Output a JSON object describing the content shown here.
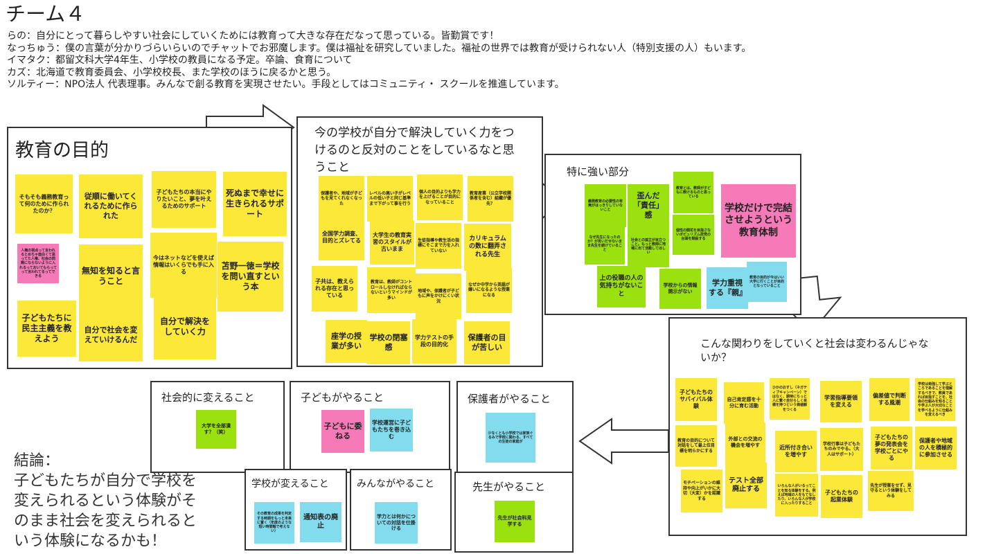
{
  "title": "チーム４",
  "intro": [
    "らの：自分にとって暮らしやすい社会にしていくためには教育って大きな存在だなって思っている。皆勤賞です！",
    "なっちゅう：僕の言葉が分かりづらいらいのでチャットでお邪魔します。僕は福祉を研究していました。福祉の世界では教育が受けられない人（特別支援の人）もいます。",
    "イマタク：都留文科大学4年生、小学校の教員になる予定。卒論、食育について",
    "カズ：北海道で教育委員会、小学校校長、また学校のほうに戻るかと思う。",
    "ソルティー：NPO法人 代表理事。みんなで創る教育を実現させたい。手段としてはコミュニティ・ スクールを推進しています。"
  ],
  "frames": {
    "purpose": {
      "title": "教育の目的",
      "notes": [
        "そもそも義務教育って何のために作られたのか？",
        "従順に働いてくれるために作られた",
        "子どもたちの本当にやりたいこと、夢を叶えるためのサポート",
        "死ぬまで幸せに生きられるサポート",
        "人権の視点って言われるとめちゃ面白くて思ってた人権、社会の問題にならないように入れるっておいてもらってって言われてるってできる",
        "無知を知ると言うこと",
        "今はネットなどを使えば情報はいくらでも手に入る",
        "苫野一徳＝学校を問い直すという本",
        "子どもたちに民主主義を教えよう",
        "自分で社会を変えていけるんだ",
        "自分で解決をしていく力"
      ]
    },
    "opposite": {
      "title": "今の学校が自分で解決していく力をつけるのと反対のことをしているなと思うこと",
      "notes": [
        "保護者や、地域が子どもを見てくれなくなった",
        "レベルの高い子がレベルの低い子と同じ基準まで下がって事を行う",
        "個人の目的よりも学力を上げることが目的になっていること",
        "教育産業（公立学校関係者を含む）組織が優先？",
        "全国学力調査、目的とズレてる",
        "大学生の教育実習のスタイルが古いまま",
        "生徒指導や教生活の指標にそこまで力を入れていない",
        "カリキュラムの数に翻弄される先生",
        "子共は、教えられる存在と思っている",
        "教育は、教師がコントロールしなければならないというマインドが多い",
        "地域や、保護者が子どもに声をかけにくい状況",
        "なぜか中学から英語が嫌いになるような授業になる",
        "座学の授業が多い",
        "学校の閉塞感",
        "学力テストの手段の目的化",
        "保護者の目が苦しい"
      ]
    },
    "strong": {
      "title": "特に強い部分",
      "notes": [
        "義務教育の必要性の有無がはっきりしていないこと",
        "歪んだ「責任」感",
        "教育とは、教師が子どもに教けるものと思っている",
        "学校だけで完結させようという教育体制",
        "なぜ先生になったのか？が見いだせないまま先生を続けていること",
        "社会との孤立が目立つこと。もっと教師に地域に出て活動してほしい",
        "個性の開花を目指さないボピュリズム政党の台頭を黙殺する",
        "上の役職の人の気持ちがないこと",
        "学校からの情報開示がない",
        "学力重視する『親』",
        "教育の目的が今はいい大学に行くことが目的となっていること"
      ]
    },
    "change": {
      "title": "こんな関わりをしていくと社会は変わるんじゃないか？",
      "notes": [
        "子どもたちのサバイバル体験",
        "自己肯定感を十分に育む活動",
        "ひかのおすし（ネガティブキャンペーン）ではなく、期待にちっと人に繋ぐ自分らしく目標を持つという価値観をつくる",
        "学習指導要領を変える",
        "偏差値で判断する風潮",
        "学校は勉強して学ぶところであることを理解するべきで、教員であれば目指すことを、社会の仕組みを知ることや学ぶ人が大切なことを学べるように仕組みを変えるべき",
        "教育の目的について対話をして最上位目標を明らかにする",
        "外部との交流の機会を増やす",
        "近所付き合いを増やす",
        "学校行事は子どもたちのみでやる。（大人はサポート）",
        "子どもたちの夢の発表会を学校ごとにやる",
        "保護者や地域の人を積極的に参加させる",
        "モチベーションの維持や向上がいかに大切（大変）かを認識する",
        "テスト全部廃止する",
        "いろんな人がいるってことを知る体験をする。例えば地域の人をもてなしたり、いろんな人が学校に入ったりすること",
        "子どもたちの起業体験",
        "先生が授業をせず、見守るという体験をしてみる"
      ]
    },
    "society": {
      "title": "社会的に変えること",
      "notes": [
        "大学を全部潰す？（笑）"
      ]
    },
    "kids": {
      "title": "子どもがやること",
      "notes": [
        "子どもに委ねる",
        "学校運営に子どもたちを巻き込む"
      ]
    },
    "parents": {
      "title": "保護者がやること",
      "notes": [
        "少なくとも小学校では家族ぐるみで学校に関わる、すべての生徒の家庭が"
      ]
    },
    "school": {
      "title": "学校が変えること",
      "notes": [
        "その教育の成果を判定する時期をもっと未来に置く（年度のような短い時間軸で考えない）",
        "通知表の廃止"
      ]
    },
    "everyone": {
      "title": "みんながやること",
      "notes": [
        "学力とは何かについての対話を仕掛ける"
      ]
    },
    "teachers": {
      "title": "先生がやること",
      "notes": [
        "先生が社会科見学する"
      ]
    }
  },
  "conclusion": [
    "結論：",
    "子どもたちが自分で学校を",
    "変えられるという体験がそ",
    "のまま社会を変えられると",
    "いう体験になるかも！"
  ],
  "colors": {
    "yellow": "#fbe838",
    "green": "#9be10f",
    "cyan": "#82dcee",
    "pink": "#f57ab7"
  }
}
